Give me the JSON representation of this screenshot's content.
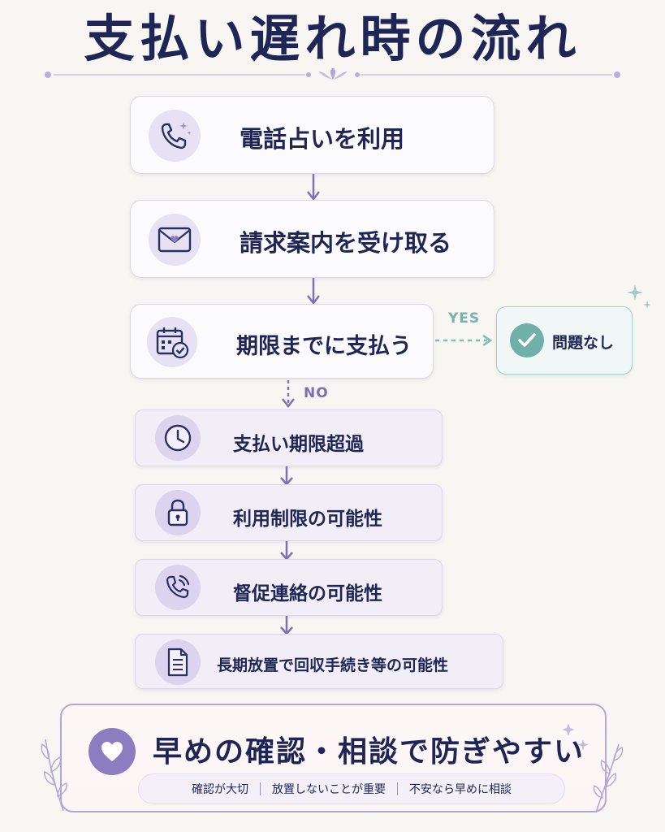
{
  "title": "支払い遅れ時の流れ",
  "steps": {
    "use": "電話占いを利用",
    "invoice": "請求案内を受け取る",
    "pay": "期限までに支払う",
    "overdue": "支払い期限超過",
    "restriction": "利用制限の可能性",
    "reminder": "督促連絡の可能性",
    "collection": "長期放置で回収手続き等の可能性"
  },
  "branch": {
    "yes_label": "YES",
    "no_label": "NO",
    "ok_label": "問題なし"
  },
  "bottom": {
    "title": "早めの確認・相談で防ぎやすい",
    "tips": [
      "確認が大切",
      "放置しないことが重要",
      "不安なら早めに相談"
    ]
  },
  "colors": {
    "navy": "#1f2554",
    "lavender": "#8c7cc0",
    "teal": "#6fb0a8"
  },
  "icons": {
    "use": "phone-sparkle-icon",
    "invoice": "heart-envelope-icon",
    "pay": "calendar-check-icon",
    "overdue": "clock-icon",
    "restriction": "lock-icon",
    "reminder": "phone-ringing-icon",
    "collection": "document-icon",
    "ok": "check-icon",
    "bottom": "heart-icon"
  }
}
